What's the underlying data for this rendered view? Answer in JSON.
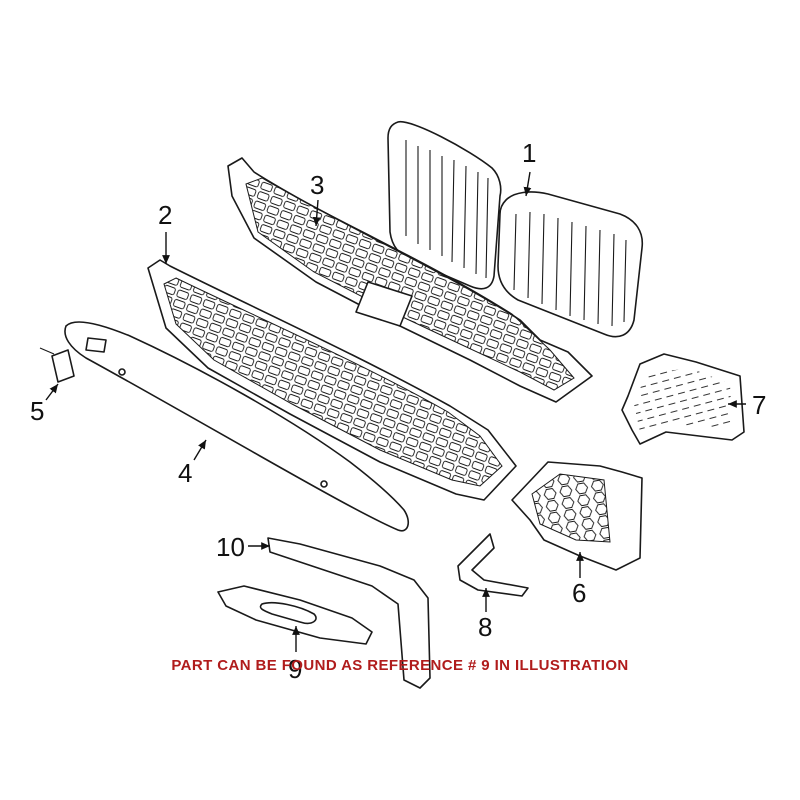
{
  "callouts": {
    "c1": "1",
    "c2": "2",
    "c3": "3",
    "c4": "4",
    "c5": "5",
    "c6": "6",
    "c7": "7",
    "c8": "8",
    "c9": "9",
    "c10": "10"
  },
  "note": {
    "text": "PART CAN BE FOUND AS REFERENCE # 9 IN ILLUSTRATION",
    "color": "#b01c1c"
  }
}
